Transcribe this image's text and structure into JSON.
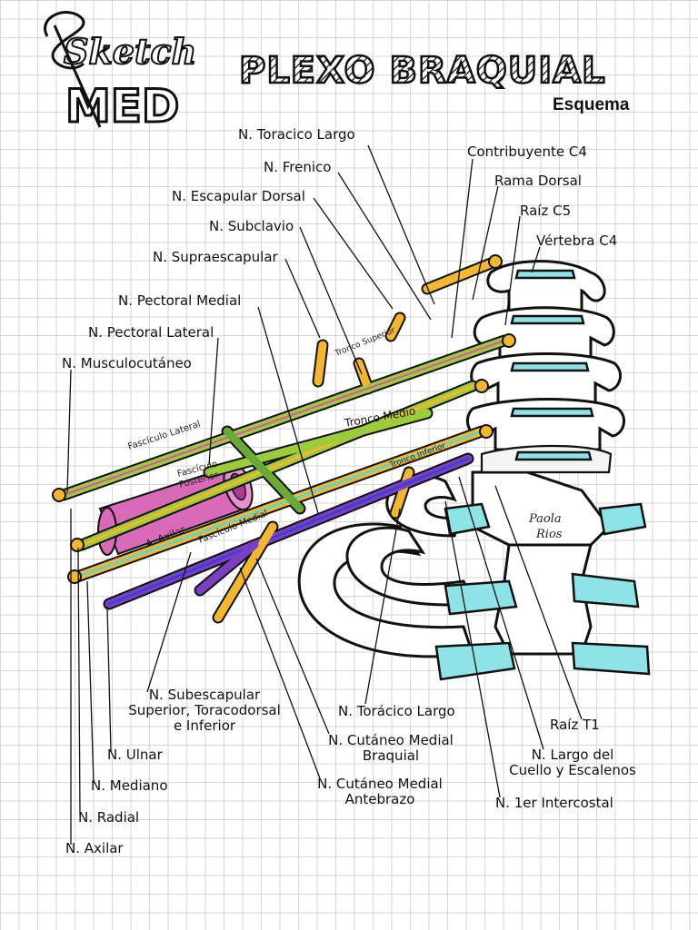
{
  "logo": {
    "line1": "Sketch",
    "line2": "MED"
  },
  "header": {
    "title": "PLEXO BRAQUIAL",
    "subtitle": "Esquema"
  },
  "signature": {
    "line1": "Paola",
    "line2": "Rios"
  },
  "structure_labels": {
    "tronco_superior": "Tronco Superior",
    "tronco_medio": "Tronco Medio",
    "tronco_inferior": "Tronco Inferior",
    "fasciculo_lateral": "Fascículo Lateral",
    "fasciculo_posterior_1": "Fascículo",
    "fasciculo_posterior_2": "Posterior",
    "fasciculo_medial": "Fascículo Medial",
    "arteria_axilar": "A. Axilar"
  },
  "labels": {
    "toracico_largo_top": "N. Toracico Largo",
    "frenico": "N. Frenico",
    "escapular_dorsal": "N. Escapular Dorsal",
    "subclavio": "N. Subclavio",
    "supraescapular": "N. Supraescapular",
    "pectoral_medial": "N.  Pectoral Medial",
    "pectoral_lateral": "N. Pectoral Lateral",
    "musculocutaneo": "N. Musculocutáneo",
    "contribuyente_c4": "Contribuyente C4",
    "rama_dorsal": "Rama Dorsal",
    "raiz_c5": "Raíz C5",
    "vertebra_c4": "Vértebra C4",
    "subescapular_1": "N. Subescapular",
    "subescapular_2": "Superior, Toracodorsal",
    "subescapular_3": "e Inferior",
    "ulnar": "N. Ulnar",
    "mediano": "N. Mediano",
    "radial": "N. Radial",
    "axilar": "N. Axilar",
    "toracico_largo_bottom": "N. Torácico Largo",
    "cutaneo_braquial_1": "N. Cutáneo Medial",
    "cutaneo_braquial_2": "Braquial",
    "cutaneo_antebrazo_1": "N. Cutáneo Medial",
    "cutaneo_antebrazo_2": "Antebrazo",
    "raiz_t1": "Raíz T1",
    "largo_cuello_1": "N. Largo del",
    "largo_cuello_2": "Cuello y Escalenos",
    "intercostal": "N. 1er Intercostal"
  },
  "colors": {
    "root_yellow": "#f2b632",
    "trunk_green": "#9ccc3c",
    "cord_pink": "#e04fb4",
    "nerve_cyan": "#4fd8e0",
    "nerve_blue": "#3a3fd6",
    "nerve_purple": "#7b3fc2",
    "artery": "#d96ab8",
    "cartilage": "#8de3e6"
  }
}
